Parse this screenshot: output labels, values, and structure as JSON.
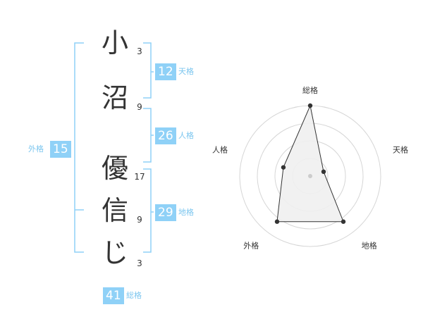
{
  "name_chars": [
    {
      "char": "小",
      "strokes": "3"
    },
    {
      "char": "沼",
      "strokes": "9"
    },
    {
      "char": "優",
      "strokes": "17"
    },
    {
      "char": "信",
      "strokes": "9"
    },
    {
      "char": "じ",
      "strokes": "3"
    }
  ],
  "fortunes": {
    "tenkaku": {
      "value": "12",
      "label": "天格"
    },
    "jinkaku": {
      "value": "26",
      "label": "人格"
    },
    "chikaku": {
      "value": "29",
      "label": "地格"
    },
    "gaikaku": {
      "value": "15",
      "label": "外格"
    },
    "soukaku": {
      "value": "41",
      "label": "総格"
    }
  },
  "colors": {
    "accent": "#8fd1f7",
    "accent_text": "#7cc6ef",
    "text": "#333333"
  },
  "chart_data": {
    "type": "radar",
    "axes": [
      "総格",
      "天格",
      "地格",
      "外格",
      "人格"
    ],
    "values": [
      1.0,
      0.2,
      0.8,
      0.8,
      0.4
    ],
    "rings": 4,
    "scale_max": 1.0
  }
}
